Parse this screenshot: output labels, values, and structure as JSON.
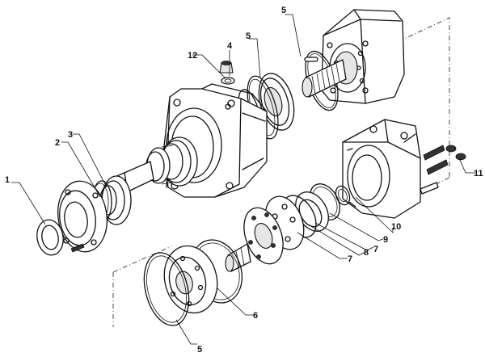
{
  "callouts": {
    "c1": "1",
    "c2": "2",
    "c3": "3",
    "c4": "4",
    "c5_top": "5",
    "c5_upper": "5",
    "c5_bottom": "5",
    "c6": "6",
    "c7_left": "7",
    "c7_right": "7",
    "c8": "8",
    "c9": "9",
    "c10": "10",
    "c11": "11",
    "c12": "12"
  }
}
